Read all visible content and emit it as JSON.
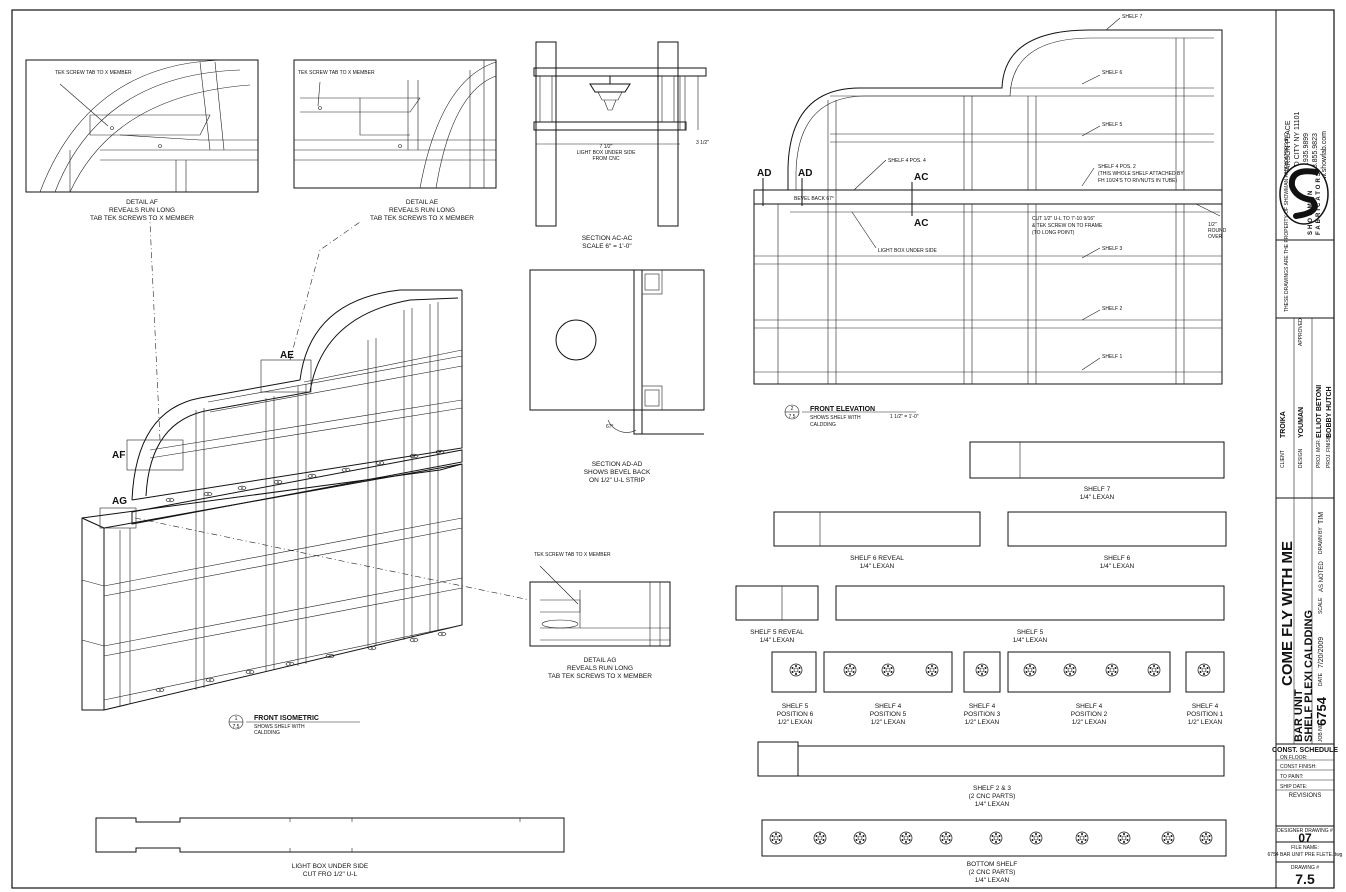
{
  "details": {
    "af": {
      "note": "TEK SCREW TAB TO X MEMBER",
      "title": "DETAIL AF",
      "desc1": "REVEALS RUN LONG",
      "desc2": "TAB TEK SCREWS TO X MEMBER",
      "tag": "AF"
    },
    "ae": {
      "note": "TEK SCREW TAB TO X MEMBER",
      "title": "DETAIL AE",
      "desc1": "REVEALS RUN LONG",
      "desc2": "TAB TEK SCREWS TO X MEMBER",
      "tag": "AE"
    },
    "ag": {
      "note": "TEK SCREW TAB TO X MEMBER",
      "title": "DETAIL AG",
      "desc1": "REVEALS RUN LONG",
      "desc2": "TAB TEK SCREWS TO X MEMBER",
      "tag": "AG"
    }
  },
  "section_ac": {
    "dim1": "7 1/2\"",
    "note1": "LIGHT BOX UNDER SIDE",
    "note2": "FROM CNC",
    "dim2": "3 1/2\"",
    "title": "SECTION AC-AC",
    "scale": "SCALE 6\" = 1'-0\""
  },
  "section_ad": {
    "angle": "67°",
    "title": "SECTION AD-AD",
    "desc1": "SHOWS BEVEL BACK",
    "desc2": "ON 1/2\" U-L STRIP"
  },
  "isometric": {
    "num": "1",
    "sheet": "7.5",
    "title": "FRONT ISOMETRIC",
    "sub1": "SHOWS SHELF WITH",
    "sub2": "CALDDING"
  },
  "elevation": {
    "num": "2",
    "sheet": "7.5",
    "title": "FRONT ELEVATION",
    "sub1": "SHOWS SHELF WITH",
    "sub2": "CALDDING",
    "scale": "1 1/2\" = 1'-0\"",
    "tag_ad": "AD",
    "tag_ac": "AC",
    "shelves": [
      "SHELF 7",
      "SHELF 6",
      "SHELF 5",
      "SHELF 4 POS. 4",
      "SHELF 3",
      "SHELF 2",
      "SHELF 1"
    ],
    "pos2_1": "SHELF 4 POS. 2",
    "pos2_2": "(THIS WHOLE SHELF ATTACHED BY",
    "pos2_3": "FH 10/24'S TO RIVNUTS IN TUBE)",
    "bevel": "BEVEL BACK 67°",
    "cut1": "CUT 1/2\" U-L TO 7'-10 9/16\"",
    "cut2": "& TEK SCREW ON TO FRAME",
    "cut3": "(TO LONG POINT)",
    "round1": "1/2\"",
    "round2": "ROUND",
    "round3": "OVER",
    "lightbox": "LIGHT BOX UNDER SIDE"
  },
  "parts": {
    "shelf7": {
      "name": "SHELF 7",
      "mat": "1/4\" LEXAN"
    },
    "shelf6r": {
      "name": "SHELF 6 REVEAL",
      "mat": "1/4\" LEXAN"
    },
    "shelf6": {
      "name": "SHELF 6",
      "mat": "1/4\" LEXAN"
    },
    "shelf5r": {
      "name": "SHELF 5 REVEAL",
      "mat": "1/4\" LEXAN"
    },
    "shelf5": {
      "name": "SHELF 5",
      "mat": "1/4\" LEXAN"
    },
    "p6": {
      "a": "SHELF 5",
      "b": "POSITION 6",
      "c": "1/2\" LEXAN"
    },
    "p5": {
      "a": "SHELF 4",
      "b": "POSITION 5",
      "c": "1/2\" LEXAN"
    },
    "p3": {
      "a": "SHELF 4",
      "b": "POSITION 3",
      "c": "1/2\" LEXAN"
    },
    "p2": {
      "a": "SHELF 4",
      "b": "POSITION 2",
      "c": "1/2\" LEXAN"
    },
    "p1": {
      "a": "SHELF 4",
      "b": "POSITION 1",
      "c": "1/2\" LEXAN"
    },
    "shelf23": {
      "a": "SHELF 2 & 3",
      "b": "(2 CNC PARTS)",
      "c": "1/4\" LEXAN"
    },
    "bottom": {
      "a": "BOTTOM SHELF",
      "b": "(2 CNC PARTS)",
      "c": "1/4\" LEXAN"
    },
    "lightbox": {
      "a": "LIGHT BOX UNDER SIDE",
      "b": "CUT FRO 1/2\" U-L"
    }
  },
  "title_block": {
    "address1": "47-22 PEARSON PLACE",
    "address2": "LONG ISLAND CITY NY 11101",
    "phone": "(P) 718.935.9899",
    "fax": "(F) 718.855.9823",
    "web": "www.showfab.com",
    "brand": "SHOWMAN",
    "brand_sub": "FABRICATORS",
    "disclaimer": "THESE DRAWINGS ARE THE PROPERTY OF SHOWMAN FABRICATORS INC.",
    "approved_label": "APPROVED",
    "client_label": "CLIENT",
    "client": "TROIKA",
    "design_label": "DESIGN",
    "design": "YOUMAN",
    "pmgr_label": "PROJ. MGR.",
    "pmgr": "ELLIOT BETONI",
    "pfinish_label": "PROJ. FINISH",
    "pfinish": "BOBBY HUTCH",
    "show": "COME FLY WITH ME",
    "item1": "BAR UNIT",
    "item2": "SHELF PLEXI CALDDING",
    "job_label": "JOB NO.",
    "job": "6754",
    "date_label": "DATE",
    "date": "7/20/2009",
    "scale_label": "SCALE",
    "scale": "AS NOTED",
    "drawn_label": "DRAWN BY",
    "drawn": "TIM",
    "schedule": "CONST. SCHEDULE",
    "on_floor": "ON FLOOR:",
    "finish": "CONST FINISH:",
    "paint": "TO PAINT:",
    "ship": "SHIP DATE:",
    "revisions": "REVISIONS",
    "designer_label": "DESIGNER DRAWING #",
    "designer_no": "07",
    "file_label": "FILE NAME:",
    "file": "6754 BAR UNIT PRE FLETE.dwg",
    "drawing_label": "DRAWING #",
    "drawing_no": "7.5"
  }
}
